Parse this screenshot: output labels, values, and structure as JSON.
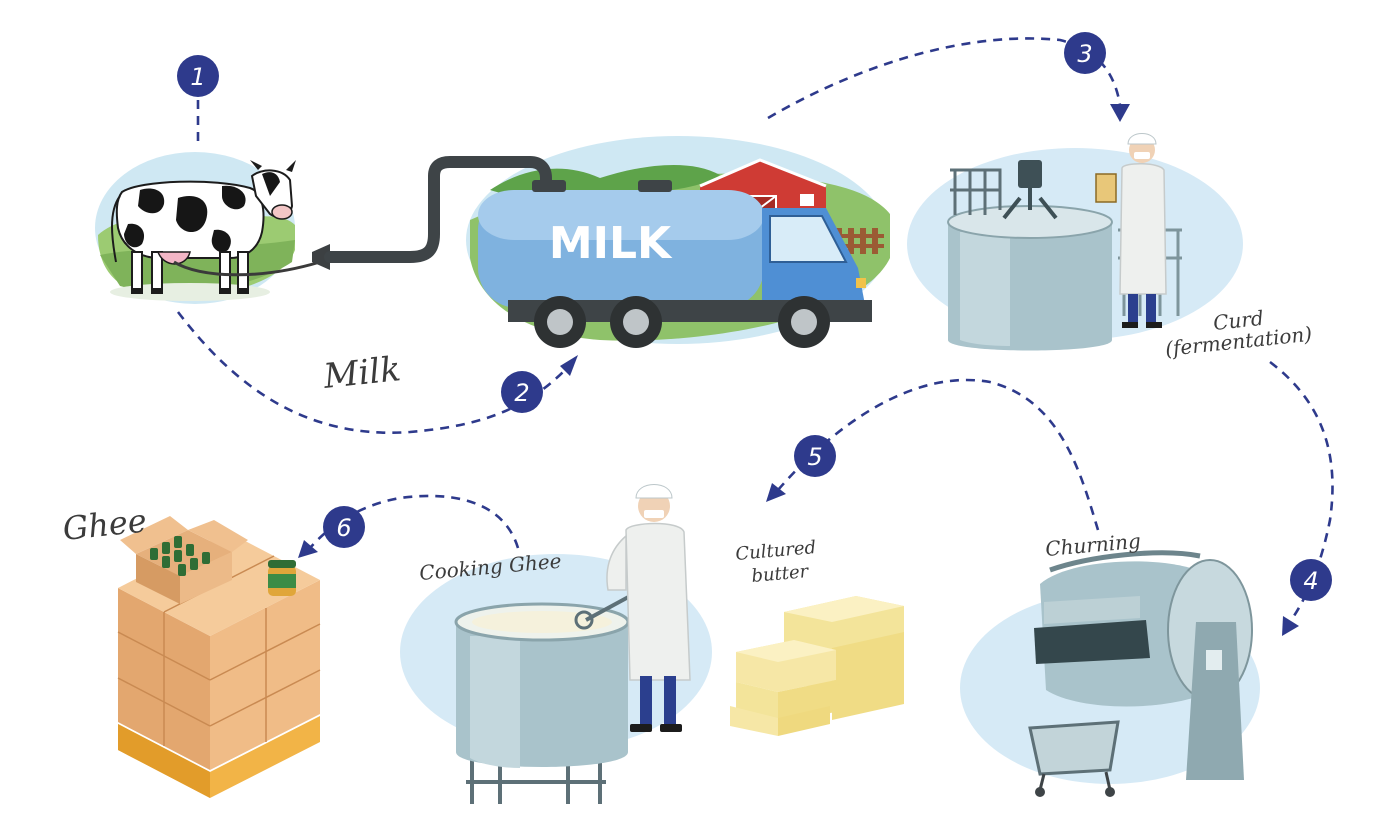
{
  "colors": {
    "accent": "#2e3a8c",
    "badge": "#2e3a8c",
    "bubble": "#d6eaf6",
    "steel": "#a9c3cb",
    "butter": "#f6e7a6",
    "carton": "#e8b27c"
  },
  "labels": {
    "milk": "Milk",
    "curd_line1": "Curd",
    "curd_line2": "(fermentation)",
    "churning": "Churning",
    "cultured_line1": "Cultured",
    "cultured_line2": "butter",
    "cooking_ghee": "Cooking Ghee",
    "ghee": "Ghee",
    "truck": "MILK"
  },
  "steps": [
    {
      "number": "1"
    },
    {
      "number": "2"
    },
    {
      "number": "3"
    },
    {
      "number": "4"
    },
    {
      "number": "5"
    },
    {
      "number": "6"
    }
  ],
  "icons": {
    "cow": "cow-milking-icon",
    "truck": "milk-tanker-truck-icon",
    "fermentation": "fermentation-vat-icon",
    "churn": "butter-churn-icon",
    "butter": "butter-blocks-icon",
    "cooking": "ghee-cooking-kettle-icon",
    "pallet": "ghee-carton-pallet-icon"
  }
}
